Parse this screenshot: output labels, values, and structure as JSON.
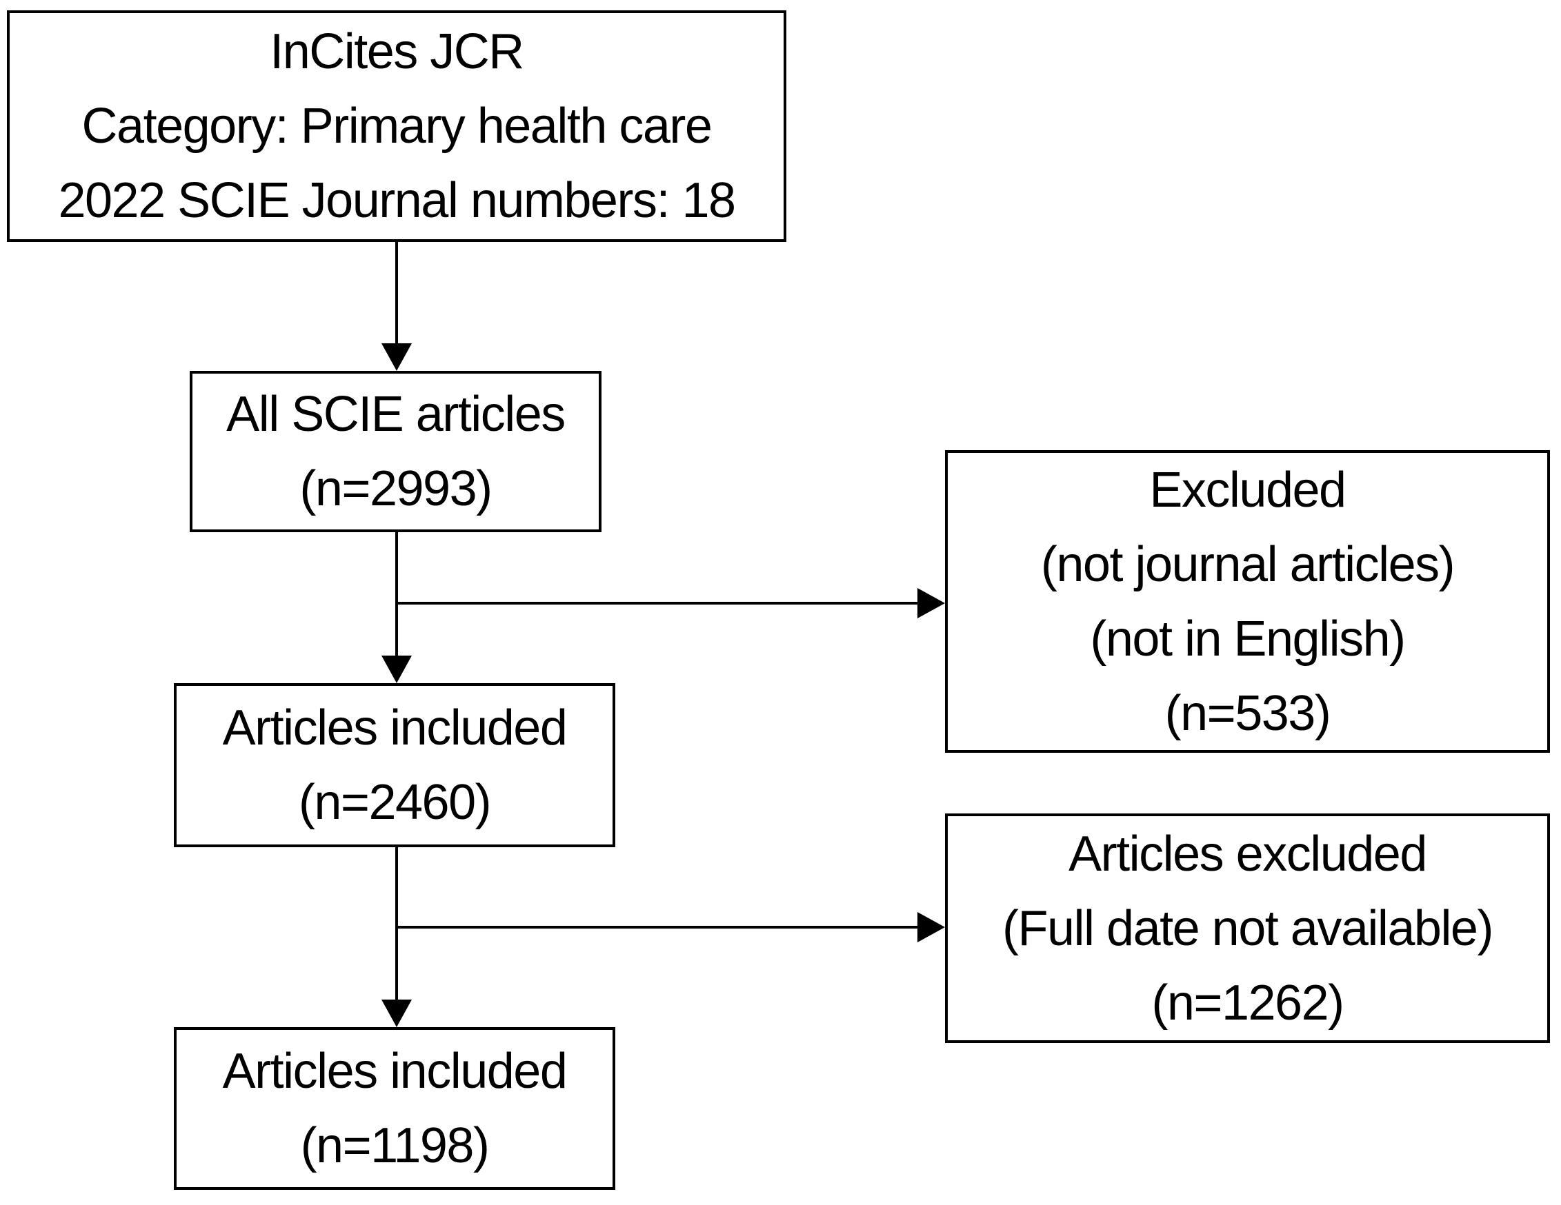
{
  "diagram": {
    "type": "flowchart",
    "colors": {
      "background": "#ffffff",
      "box_fill": "#ffffff",
      "box_border": "#000000",
      "text": "#000000",
      "connector": "#000000"
    },
    "boxes": {
      "source": {
        "lines": [
          "InCites JCR",
          "Category: Primary health care",
          "2022 SCIE Journal numbers: 18"
        ]
      },
      "all_scie": {
        "lines": [
          "All SCIE articles",
          "(n=2993)"
        ]
      },
      "excluded_not_journal": {
        "lines": [
          "Excluded",
          "(not journal articles)",
          "(not in English)",
          "(n=533)"
        ]
      },
      "included_2460": {
        "lines": [
          "Articles included",
          "(n=2460)"
        ]
      },
      "excluded_full_date": {
        "lines": [
          "Articles excluded",
          "(Full date not available)",
          "(n=1262)"
        ]
      },
      "included_1198": {
        "lines": [
          "Articles included",
          "(n=1198)"
        ]
      }
    },
    "edges": [
      {
        "from": "source",
        "to": "all_scie",
        "direction": "down"
      },
      {
        "from": "all_scie",
        "to": "included_2460",
        "direction": "down"
      },
      {
        "from": "all_scie",
        "to": "excluded_not_journal",
        "direction": "right-branch"
      },
      {
        "from": "included_2460",
        "to": "included_1198",
        "direction": "down"
      },
      {
        "from": "included_2460",
        "to": "excluded_full_date",
        "direction": "right-branch"
      }
    ]
  }
}
